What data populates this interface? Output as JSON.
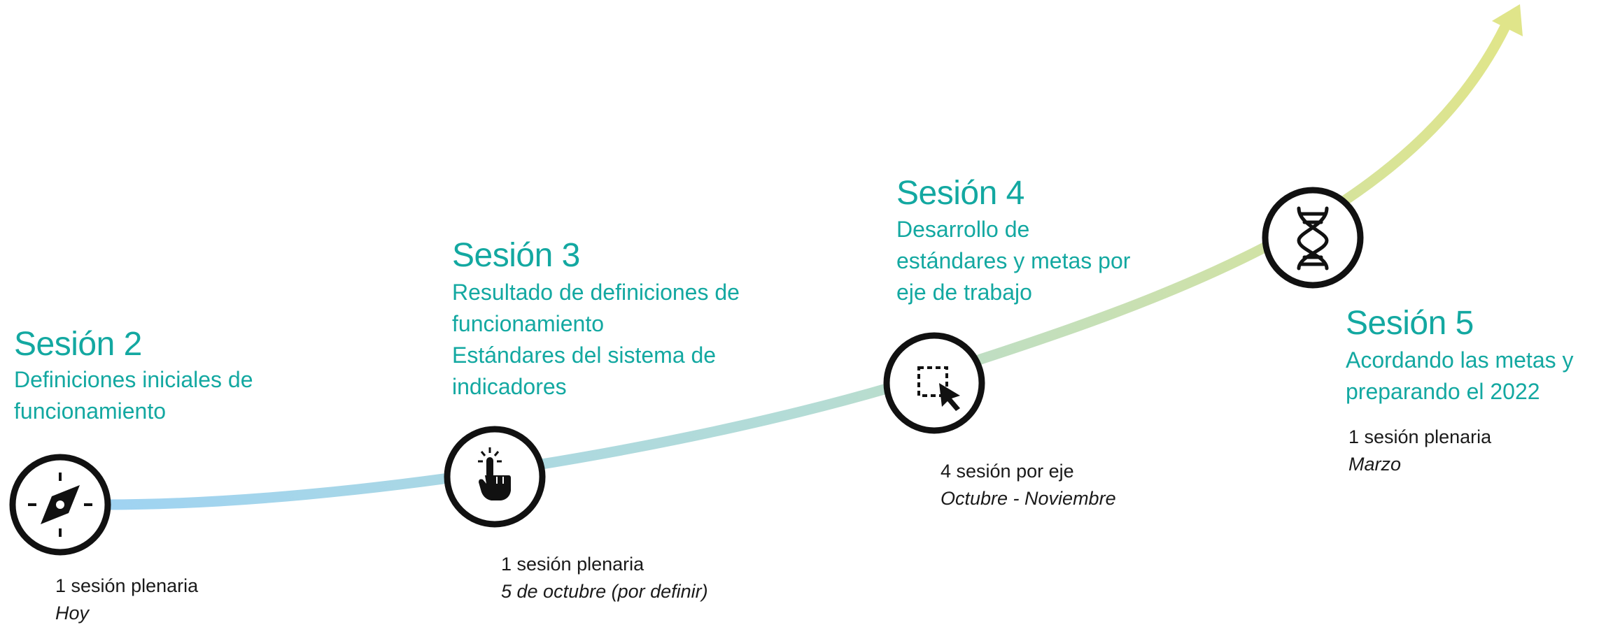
{
  "colors": {
    "accent": "#13a8a1",
    "arrow_start": "#9fd3f2",
    "arrow_end": "#e0e58a",
    "icon": "#111111"
  },
  "sessions": [
    {
      "title": "Sesión 2",
      "description": [
        "Definiciones iniciales de",
        "funcionamiento"
      ],
      "meta_count": "1 sesión plenaria",
      "meta_when": "Hoy",
      "icon": "compass-icon"
    },
    {
      "title": "Sesión 3",
      "description": [
        "Resultado de definiciones de",
        "funcionamiento",
        "Estándares del sistema de",
        "indicadores"
      ],
      "meta_count": "1 sesión plenaria",
      "meta_when": "5 de octubre (por definir)",
      "icon": "tap-hand-icon"
    },
    {
      "title": "Sesión 4",
      "description": [
        "Desarrollo de",
        "estándares y metas por",
        "eje de trabajo"
      ],
      "meta_count": "4 sesión por eje",
      "meta_when": "Octubre - Noviembre",
      "icon": "select-cursor-icon"
    },
    {
      "title": "Sesión 5",
      "description": [
        "Acordando las metas y",
        "preparando el 2022"
      ],
      "meta_count": "1 sesión plenaria",
      "meta_when": "Marzo",
      "icon": "dna-icon"
    }
  ]
}
